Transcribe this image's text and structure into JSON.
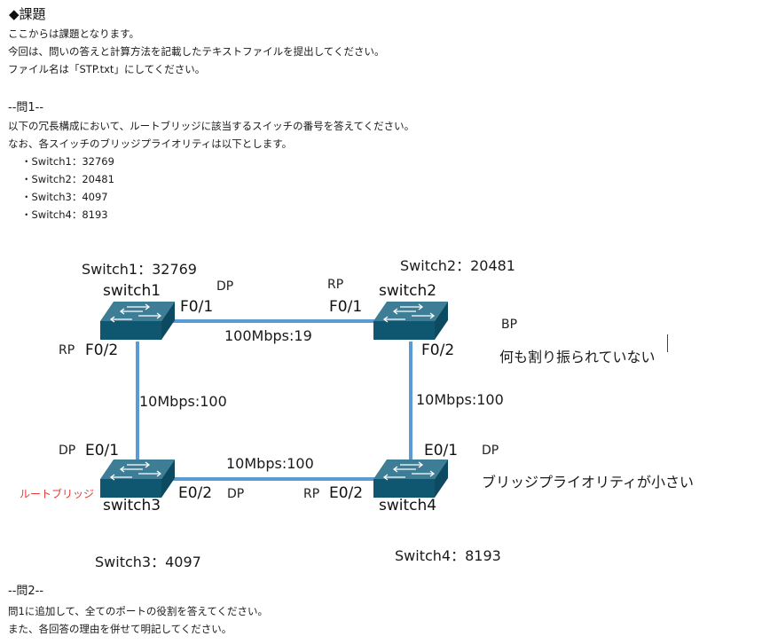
{
  "intro": {
    "title": "◆課題",
    "lines": [
      "ここからは課題となります。",
      "今回は、問いの答えと計算方法を記載したテキストファイルを提出してください。",
      "ファイル名は「STP.txt」にしてください。"
    ]
  },
  "q1": {
    "header": "--問1--",
    "lines": [
      "以下の冗長構成において、ルートブリッジに該当するスイッチの番号を答えてください。",
      "なお、各スイッチのブリッジプライオリティは以下とします。"
    ],
    "priorities": [
      "・Switch1：32769",
      "・Switch2：20481",
      "・Switch3：4097",
      "・Switch4：8193"
    ]
  },
  "diagram": {
    "switch1_priority": "Switch1：32769",
    "switch2_priority": "Switch2：20481",
    "switch3_priority": "Switch3：4097",
    "switch4_priority": "Switch4：8193",
    "switch1_name": "switch1",
    "switch2_name": "switch2",
    "switch3_name": "switch3",
    "switch4_name": "switch4",
    "s1_f01": "F0/1",
    "s1_f02": "F0/2",
    "s2_f01": "F0/1",
    "s2_f02": "F0/2",
    "s3_e01": "E0/1",
    "s3_e02": "E0/2",
    "s4_e01": "E0/1",
    "s4_e02": "E0/2",
    "link_top": "100Mbps:19",
    "link_left": "10Mbps:100",
    "link_right": "10Mbps:100",
    "link_bottom": "10Mbps:100",
    "role_s1_f01": "DP",
    "role_s2_f01": "RP",
    "role_s1_f02": "RP",
    "role_s3_e01": "DP",
    "role_s3_e02": "DP",
    "role_s4_e02": "RP",
    "role_s4_e01": "DP",
    "bp_label": "BP",
    "bp_note": "何も割り振られていない",
    "s4_note": "ブリッジプライオリティが小さい",
    "root_label": "ルートブリッジ"
  },
  "q2": {
    "header": "--問2--",
    "lines": [
      "問1に追加して、全てのポートの役割を答えてください。",
      "また、各回答の理由を併せて明記してください。"
    ]
  },
  "colors": {
    "switch_top": "#3d7d95",
    "switch_side": "#0f5670",
    "link": "#5b9bd5",
    "root_label": "#e53935"
  }
}
